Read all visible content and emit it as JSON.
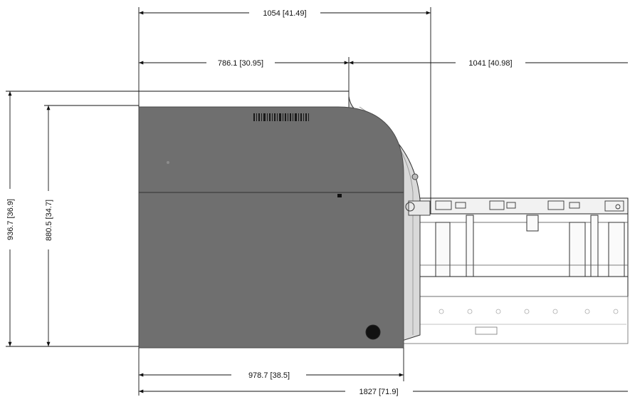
{
  "dimensions": {
    "top_width": "1054 [41.49]",
    "left_depth": "786.1 [30.95]",
    "right_depth": "1041 [40.98]",
    "total_height": "936.7 [36.9]",
    "body_height": "880.5 [34.7]",
    "body_width": "978.7 [38.5]",
    "total_length": "1827 [71.9]"
  },
  "colors": {
    "body": "#6f6f6f",
    "body_edge": "#4a4a4a",
    "shell": "#d9d9d9",
    "line": "#111111"
  }
}
